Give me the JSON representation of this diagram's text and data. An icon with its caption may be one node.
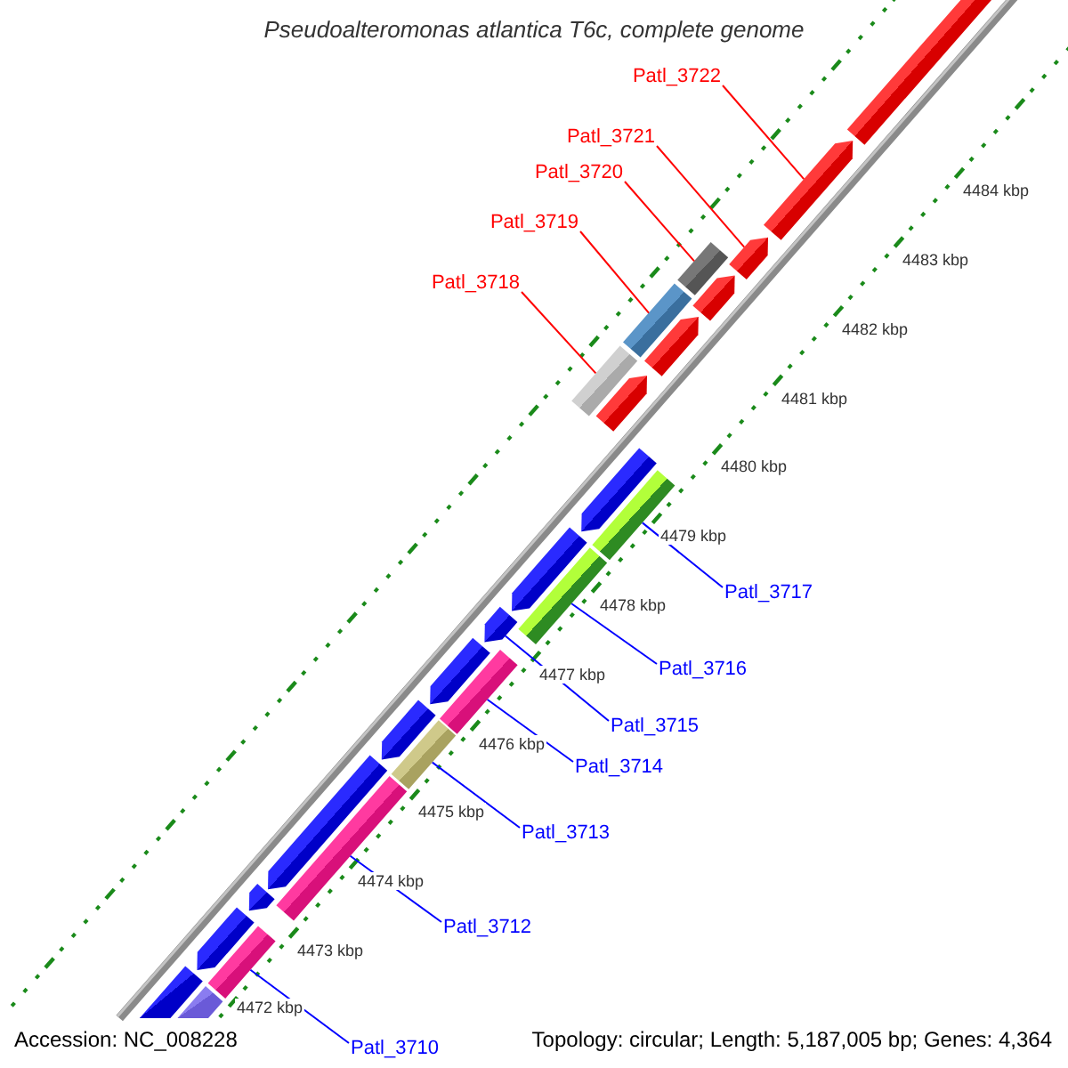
{
  "diagram": {
    "title": "Pseudoalteromonas atlantica T6c, complete genome",
    "nodes": [
      {
        "text": [
          "Patl_3722"
        ]
      },
      {
        "text": [
          "Patl_3721"
        ]
      },
      {
        "text": [
          "Patl_3720"
        ]
      },
      {
        "text": [
          "Patl_3719"
        ]
      },
      {
        "text": [
          "Patl_3718"
        ]
      },
      {
        "text": [
          "Patl_3717"
        ]
      },
      {
        "text": [
          "Patl_3716"
        ]
      },
      {
        "text": [
          "Patl_3715"
        ]
      },
      {
        "text": [
          "Patl_3714"
        ]
      },
      {
        "text": [
          "Patl_3713"
        ]
      },
      {
        "text": [
          "Patl_3712"
        ]
      },
      {
        "text": [
          "Patl_3710"
        ]
      },
      {
        "text": [],
        "shape": "bar"
      },
      {
        "text": [],
        "shape": "bar"
      },
      {
        "text": [],
        "shape": "bar"
      },
      {
        "text": [],
        "shape": "bar"
      },
      {
        "text": [],
        "shape": "bar"
      },
      {
        "text": [],
        "shape": "bar"
      },
      {
        "text": [],
        "shape": "bar"
      },
      {
        "text": [],
        "shape": "bar"
      },
      {
        "text": [],
        "shape": "bar"
      },
      {
        "text": [],
        "shape": "bar"
      },
      {
        "text": [],
        "shape": "bar"
      },
      {
        "text": [],
        "shape": "bar"
      },
      {
        "text": [],
        "shape": "bar"
      },
      {
        "text": [],
        "shape": "bar"
      },
      {
        "text": [],
        "shape": "bar"
      },
      {
        "text": [],
        "shape": "bar"
      },
      {
        "text": [],
        "shape": "bar"
      },
      {
        "text": [],
        "shape": "bar"
      },
      {
        "text": [],
        "shape": "bar"
      },
      {
        "text": [],
        "shape": "bar"
      },
      {
        "text": [],
        "shape": "bar"
      },
      {
        "text": [],
        "shape": "bar"
      },
      {
        "text": [],
        "shape": "bar"
      },
      {
        "text": [],
        "shape": "bar"
      },
      {
        "text": [],
        "shape": "bar"
      }
    ],
    "edges": [
      {
        "from": 0,
        "to": 13,
        "arrow": "none",
        "color": "#ff0000"
      },
      {
        "from": 1,
        "to": 14,
        "arrow": "none",
        "color": "#ff0000"
      },
      {
        "from": 2,
        "to": 15,
        "arrow": "none",
        "color": "#ff0000"
      },
      {
        "from": 3,
        "to": 17,
        "arrow": "none",
        "color": "#ff0000"
      },
      {
        "from": 4,
        "to": 19,
        "arrow": "none",
        "color": "#ff0000"
      },
      {
        "from": 5,
        "to": 22,
        "arrow": "none"
      },
      {
        "from": 6,
        "to": 24,
        "arrow": "none"
      },
      {
        "from": 7,
        "to": 25,
        "arrow": "none"
      },
      {
        "from": 8,
        "to": 27,
        "arrow": "none"
      },
      {
        "from": 9,
        "to": 29,
        "arrow": "none"
      },
      {
        "from": 10,
        "to": 31,
        "arrow": "none"
      },
      {
        "from": 11,
        "to": 34,
        "arrow": "none"
      }
    ],
    "labels": [
      "4484 kbp",
      "4483 kbp",
      "4482 kbp",
      "4481 kbp",
      "4480 kbp",
      "4479 kbp",
      "4478 kbp",
      "4477 kbp",
      "4476 kbp",
      "4475 kbp",
      "4474 kbp",
      "4473 kbp",
      "4472 kbp",
      "Accession: NC_008228",
      "Topology: circular; Length: 5,187,005 bp; Genes: 4,364"
    ]
  }
}
